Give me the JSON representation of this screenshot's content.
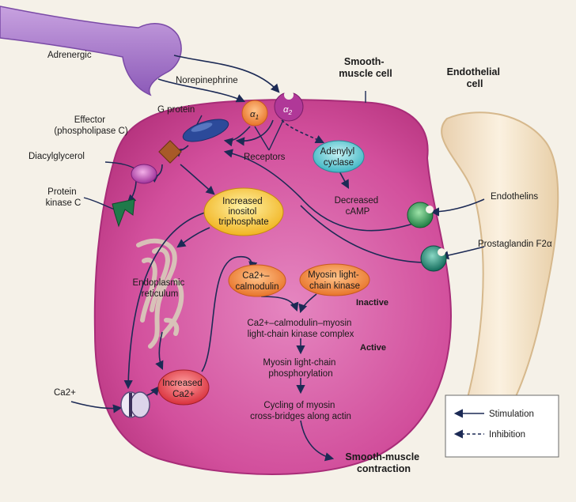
{
  "labels": {
    "adrenergic": "Adrenergic",
    "norepinephrine": "Norepinephrine",
    "smooth_muscle_cell": [
      "Smooth-",
      "muscle cell"
    ],
    "endothelial_cell": [
      "Endothelial",
      "cell"
    ],
    "g_protein": "G protein",
    "effector": [
      "Effector",
      "(phospholipase C)"
    ],
    "diacylglycerol": "Diacylglycerol",
    "protein_kinase_c": [
      "Protein",
      "kinase C"
    ],
    "receptors": "Receptors",
    "alpha1": "α1",
    "alpha2": "α2",
    "adenylyl_cyclase": [
      "Adenylyl",
      "cyclase"
    ],
    "decreased_camp": [
      "Decreased",
      "cAMP"
    ],
    "endothelins": "Endothelins",
    "prostaglandin": "Prostaglandin F2α",
    "increased_ip3": [
      "Increased",
      "inositol",
      "triphosphate"
    ],
    "endoplasmic_reticulum": [
      "Endoplasmic",
      "reticulum"
    ],
    "ca_calmodulin": [
      "Ca2+–",
      "calmodulin"
    ],
    "mlck": [
      "Myosin light-",
      "chain kinase"
    ],
    "inactive": "Inactive",
    "complex": [
      "Ca2+–calmodulin–myosin",
      "light-chain kinase complex"
    ],
    "active": "Active",
    "phosphorylation": [
      "Myosin light-chain",
      "phosphorylation"
    ],
    "cycling": [
      "Cycling of myosin",
      "cross-bridges along actin"
    ],
    "contraction": [
      "Smooth-muscle",
      "contraction"
    ],
    "ca_ext": "Ca2+",
    "increased_ca": [
      "Increased",
      "Ca2+"
    ]
  },
  "legend": {
    "stimulation": "Stimulation",
    "inhibition": "Inhibition"
  },
  "colors": {
    "background": "#f5f1e8",
    "cell": "#d8509d",
    "endothelial": "#f0ddc0",
    "nerve": "#a878c8",
    "ip3": "#f4c232",
    "calmodulin": "#f09040",
    "adenylyl": "#6ccfd8",
    "g_protein": "#2c4a9a",
    "receptor_alpha1": "#f39a5a",
    "receptor_alpha2": "#b03898",
    "endothelin_receptor": "#2f9a52",
    "pkc": "#1f7a4a",
    "arrow": "#1c2a55"
  }
}
